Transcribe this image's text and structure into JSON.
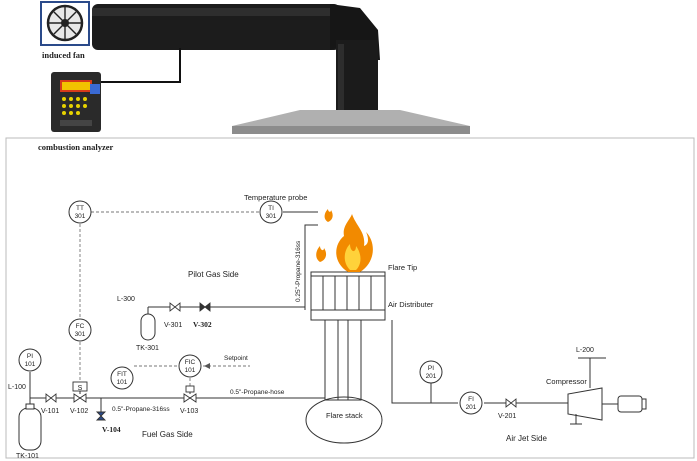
{
  "photo": {
    "fan_label": "induced fan",
    "analyzer_label": "combustion analyzer"
  },
  "instruments": {
    "tt": {
      "tag": "TT",
      "num": "301"
    },
    "ti": {
      "tag": "TI",
      "num": "301"
    },
    "fc": {
      "tag": "FC",
      "num": "301"
    },
    "pi101": {
      "tag": "PI",
      "num": "101"
    },
    "fit": {
      "tag": "FIT",
      "num": "101"
    },
    "fic": {
      "tag": "FIC",
      "num": "101"
    },
    "pi201": {
      "tag": "PI",
      "num": "201"
    },
    "fi201": {
      "tag": "FI",
      "num": "201"
    }
  },
  "labels": {
    "temperature_probe": "Temperature probe",
    "pilot_gas_side": "Pilot Gas Side",
    "flare_tip": "Flare Tip",
    "air_distributer": "Air Distributer",
    "pilot_line": "0.25\"-Propane-316ss",
    "l300": "L-300",
    "v301": "V-301",
    "v302": "V-302",
    "tk301": "TK-301",
    "setpoint": "Setpoint",
    "l100": "L-100",
    "v101": "V-101",
    "v102": "V-102",
    "solenoid": "S",
    "line_ss": "0.5\"-Propane-316ss",
    "v103": "V-103",
    "hose": "0.5\"-Propane-hose",
    "v104": "V-104",
    "fuel_gas_side": "Fuel Gas Side",
    "tk101": "TK-101",
    "flare_stack": "Flare stack",
    "l200": "L-200",
    "compressor": "Compressor",
    "v201": "V-201",
    "air_jet_side": "Air Jet Side"
  },
  "colors": {
    "line": "#333333",
    "dashed": "#777777",
    "duct": "#1a1a1a",
    "hood": "#9a9a9a",
    "flame_outer": "#f28a00",
    "flame_inner": "#ffd23a",
    "analyzer_body": "#2a2a2a",
    "analyzer_accent": "#d63a1a"
  }
}
